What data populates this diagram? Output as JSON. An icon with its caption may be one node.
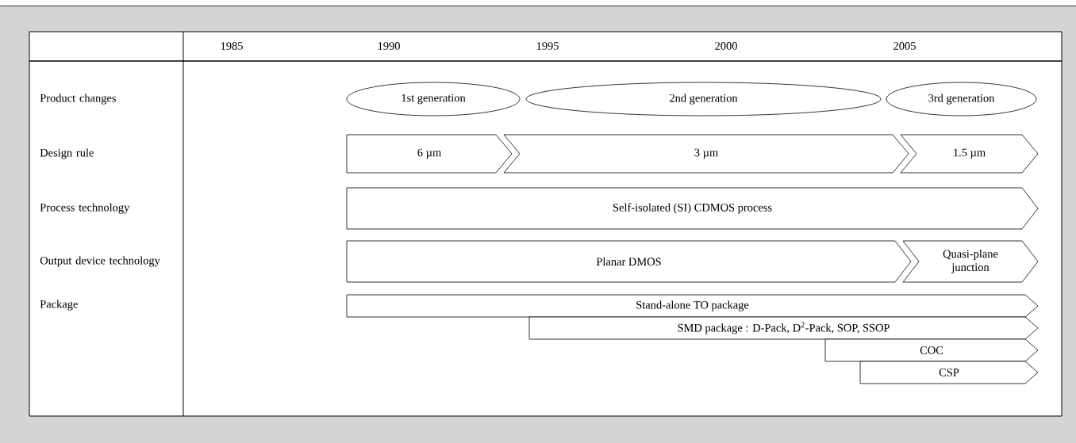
{
  "diagram": {
    "nodes": [
      {
        "text": [
          "1st generation"
        ]
      },
      {
        "text": [
          "2nd generation"
        ]
      },
      {
        "text": [
          "3rd generation"
        ]
      },
      {
        "text": [
          "6 µm"
        ]
      },
      {
        "text": [
          "3 µm"
        ]
      },
      {
        "text": [
          "1.5 µm"
        ]
      },
      {
        "text": [
          "Self-isolated (SI) CDMOS process"
        ]
      },
      {
        "text": [
          "Planar DMOS"
        ]
      },
      {
        "text": [
          "Quasi-plane junction"
        ]
      },
      {
        "text": [
          "Stand-alone TO package"
        ]
      },
      {
        "text": [
          "SMD package : D-Pack, D$^{2}$-Pack, SOP, SSOP"
        ]
      },
      {
        "text": [
          "COC"
        ]
      },
      {
        "text": [
          "CSP"
        ]
      }
    ],
    "edges": [],
    "labels": [
      "1985",
      "1990",
      "1995",
      "2000",
      "2005",
      "Product changes",
      "Design rule",
      "Process technology",
      "Output device technology",
      "Package"
    ]
  }
}
